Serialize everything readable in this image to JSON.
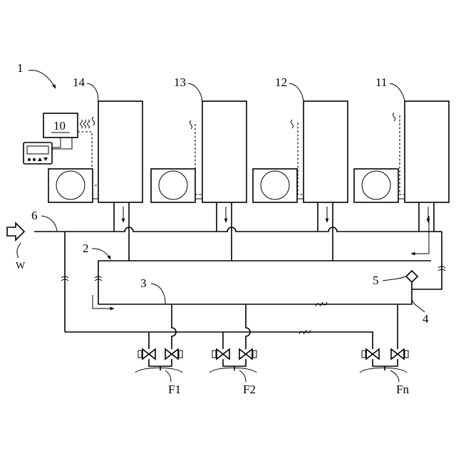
{
  "labels": {
    "system": "1",
    "manifold_upper": "2",
    "manifold_lower": "3",
    "drain_pipe": "4",
    "air_vent": "5",
    "inlet_pipe": "6",
    "controller": "10",
    "heater_11": "11",
    "heater_12": "12",
    "heater_13": "13",
    "heater_14": "14",
    "water_in": "W",
    "faucet_1": "F1",
    "faucet_2": "F2",
    "faucet_n": "Fn"
  }
}
